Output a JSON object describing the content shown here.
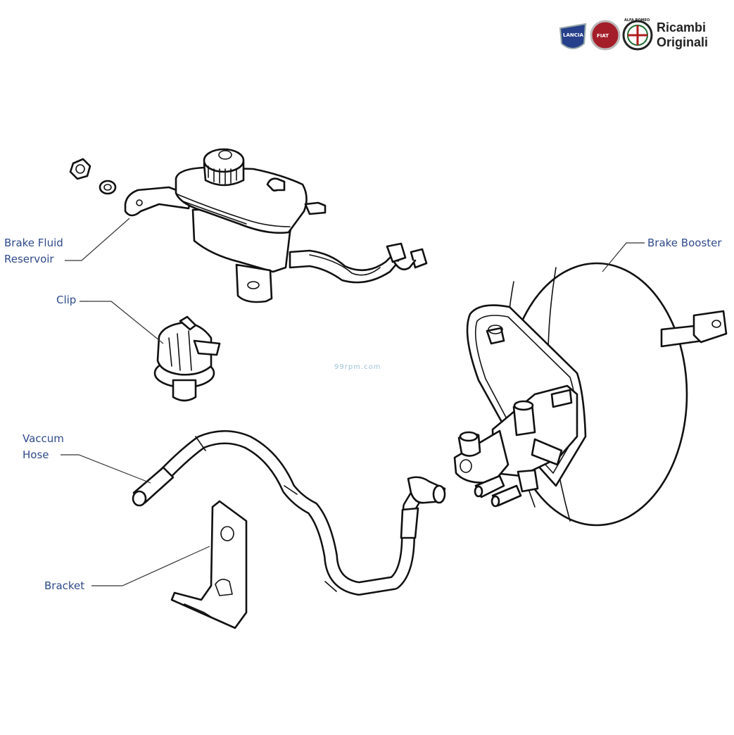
{
  "brand": {
    "line1": "Ricambi",
    "line2": "Originali",
    "logos": [
      "LANCIA",
      "FIAT",
      "ALFA ROMEO"
    ]
  },
  "watermark": "99rpm.com",
  "labels": {
    "brake_fluid_reservoir_line1": "Brake Fluid",
    "brake_fluid_reservoir_line2": "Reservoir",
    "clip": "Clip",
    "vaccum_hose_line1": "Vaccum",
    "vaccum_hose_line2": "Hose",
    "bracket": "Bracket",
    "brake_booster": "Brake Booster"
  }
}
